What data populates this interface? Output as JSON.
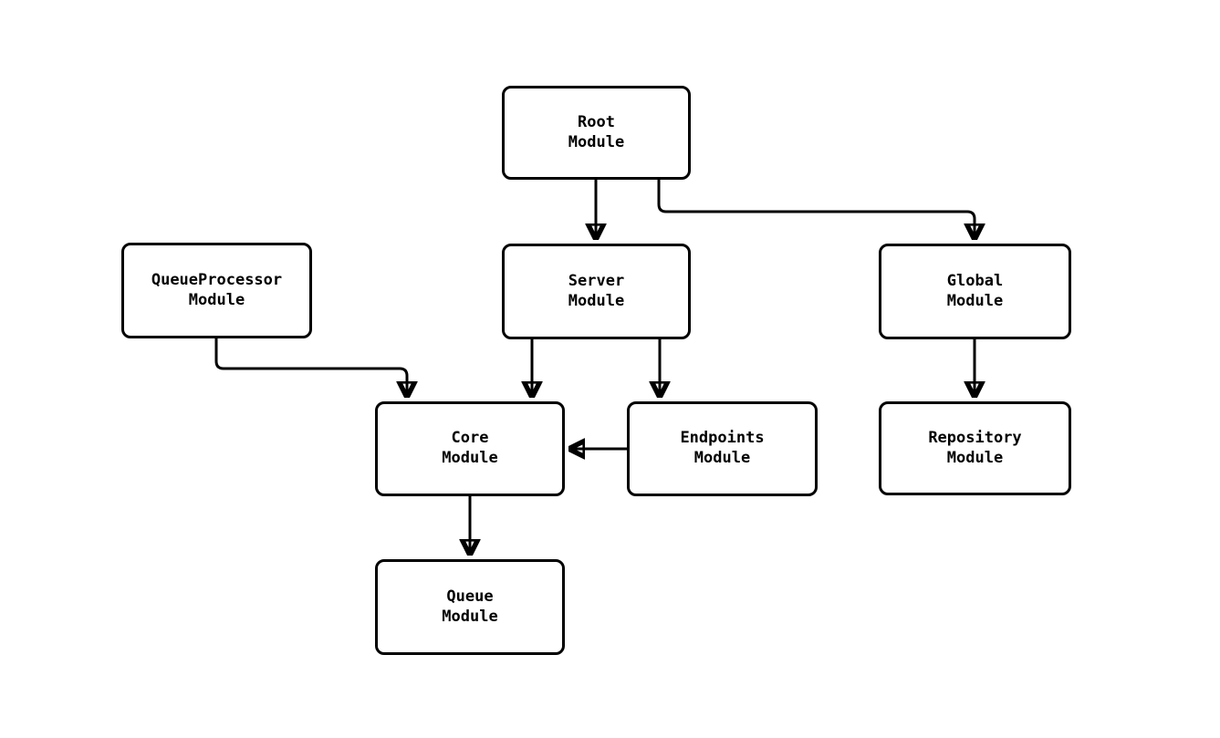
{
  "diagram": {
    "type": "module-dependency-flowchart",
    "colors": {
      "background": "#ffffff",
      "node_border": "#000000",
      "node_fill": "#ffffff",
      "edge": "#000000",
      "text": "#000000"
    },
    "nodes": [
      {
        "id": "root",
        "label": "Root\nModule"
      },
      {
        "id": "queueprocessor",
        "label": "QueueProcessor\nModule"
      },
      {
        "id": "server",
        "label": "Server\nModule"
      },
      {
        "id": "global",
        "label": "Global\nModule"
      },
      {
        "id": "core",
        "label": "Core\nModule"
      },
      {
        "id": "endpoints",
        "label": "Endpoints\nModule"
      },
      {
        "id": "repository",
        "label": "Repository\nModule"
      },
      {
        "id": "queue",
        "label": "Queue\nModule"
      }
    ],
    "edges": [
      {
        "from": "root",
        "to": "server"
      },
      {
        "from": "root",
        "to": "global"
      },
      {
        "from": "queueprocessor",
        "to": "core"
      },
      {
        "from": "server",
        "to": "core"
      },
      {
        "from": "server",
        "to": "endpoints"
      },
      {
        "from": "endpoints",
        "to": "core"
      },
      {
        "from": "global",
        "to": "repository"
      },
      {
        "from": "core",
        "to": "queue"
      }
    ]
  }
}
